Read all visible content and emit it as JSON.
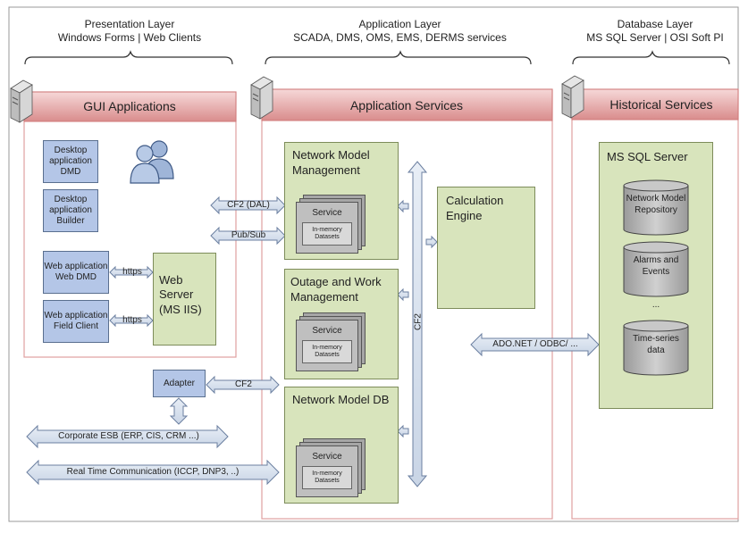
{
  "layers": {
    "presentation": {
      "title": "Presentation Layer",
      "subtitle": "Windows Forms | Web Clients"
    },
    "application": {
      "title": "Application Layer",
      "subtitle": "SCADA, DMS, OMS, EMS, DERMS services"
    },
    "database": {
      "title": "Database Layer",
      "subtitle": "MS SQL Server | OSI Soft PI"
    }
  },
  "panels": {
    "gui": "GUI Applications",
    "app_services": "Application Services",
    "historical": "Historical Services"
  },
  "gui_apps": {
    "desktop_dmd": "Desktop application DMD",
    "desktop_builder": "Desktop application Builder",
    "web_dmd": "Web application Web DMD",
    "web_field": "Web application Field Client",
    "https": "https",
    "web_server": "Web Server (MS IIS)"
  },
  "services": [
    {
      "title": "Network Model Management",
      "service": "Service",
      "datasets": "In-memory Datasets"
    },
    {
      "title": "Outage and Work Management",
      "service": "Service",
      "datasets": "In-memory Datasets"
    },
    {
      "title": "Network Model DB",
      "service": "Service",
      "datasets": "In-memory Datasets"
    }
  ],
  "calc_engine": "Calculation Engine",
  "connectors": {
    "cf2_dal": "CF2 (DAL)",
    "pubsub": "Pub/Sub",
    "cf2": "CF2",
    "cf2_bus": "CF2",
    "ado": "ADO.NET / ODBC/ ...",
    "adapter": "Adapter",
    "esb": "Corporate ESB (ERP, CIS, CRM ...)",
    "rtc": "Real Time Communication (ICCP, DNP3, ..)"
  },
  "db": {
    "title": "MS SQL Server",
    "items": [
      "Network Model Repository",
      "Alarms and Events",
      "...",
      "Time-series data"
    ]
  }
}
